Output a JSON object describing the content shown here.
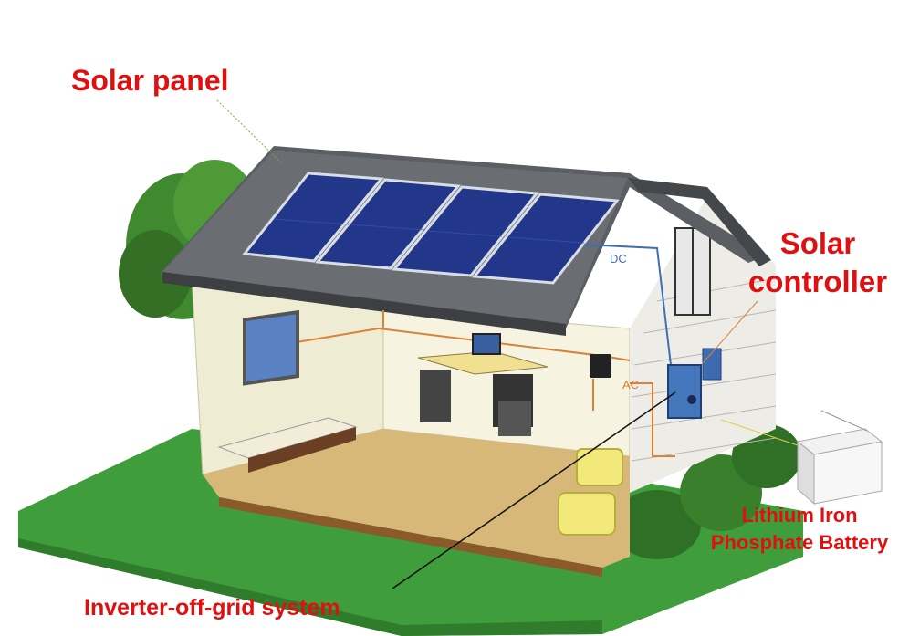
{
  "labels": {
    "solar_panel": "Solar panel",
    "solar_controller_line1": "Solar",
    "solar_controller_line2": "controller",
    "battery_line1": "Lithium Iron",
    "battery_line2": "Phosphate Battery",
    "inverter": "Inverter-off-grid system"
  },
  "wire_tags": {
    "dc": "DC",
    "ac": "AC"
  },
  "colors": {
    "label_red": "#e01010",
    "grass": "#3e9a3a",
    "roof": "#55585c",
    "panel": "#1f3580",
    "wall": "#f4f1dc",
    "floor": "#d9b97a",
    "ac_wire": "#d9823a",
    "dc_wire": "#3f6fb0"
  }
}
